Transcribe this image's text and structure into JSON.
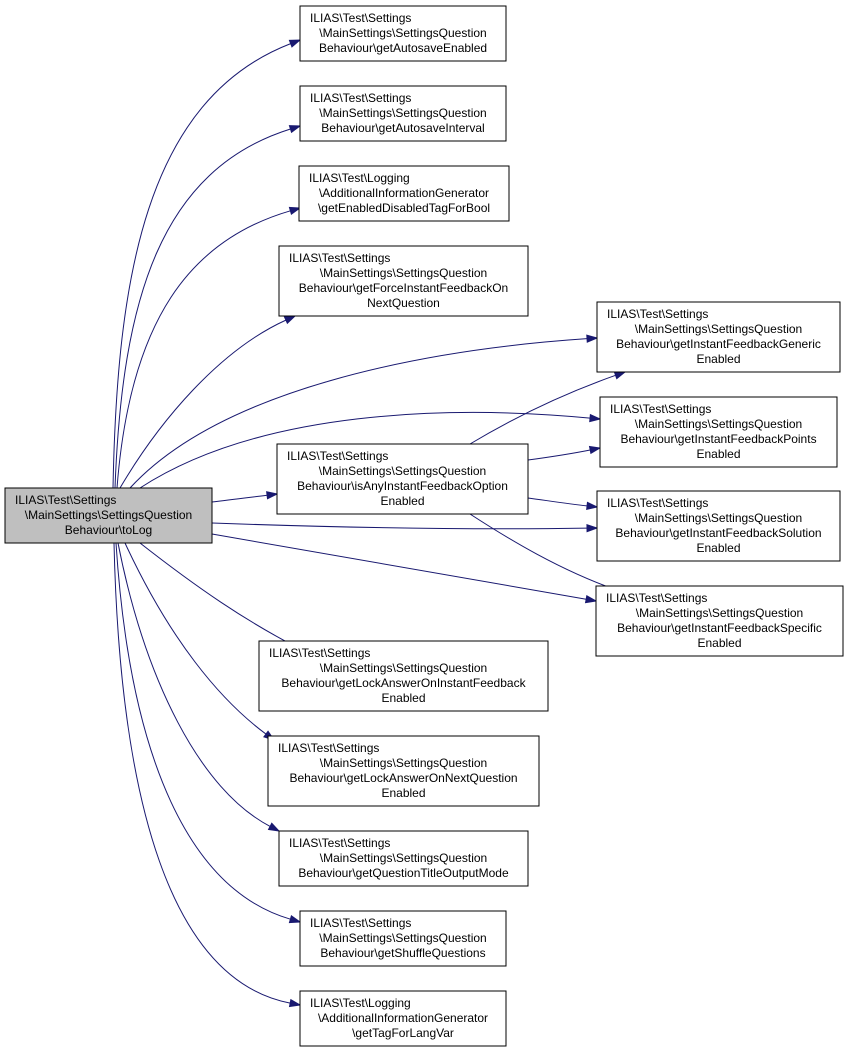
{
  "colors": {
    "edge": "#191970",
    "root_fill": "#bfbfbf",
    "node_fill": "#ffffff",
    "border": "#000000"
  },
  "root": {
    "lines": [
      "ILIAS\\Test\\Settings",
      "\\MainSettings\\SettingsQuestion",
      "Behaviour\\toLog"
    ]
  },
  "nodes": [
    {
      "id": "n1",
      "lines": [
        "ILIAS\\Test\\Settings",
        "\\MainSettings\\SettingsQuestion",
        "Behaviour\\getAutosaveEnabled"
      ]
    },
    {
      "id": "n2",
      "lines": [
        "ILIAS\\Test\\Settings",
        "\\MainSettings\\SettingsQuestion",
        "Behaviour\\getAutosaveInterval"
      ]
    },
    {
      "id": "n3",
      "lines": [
        "ILIAS\\Test\\Logging",
        "\\AdditionalInformationGenerator",
        "\\getEnabledDisabledTagForBool"
      ]
    },
    {
      "id": "n4",
      "lines": [
        "ILIAS\\Test\\Settings",
        "\\MainSettings\\SettingsQuestion",
        "Behaviour\\getForceInstantFeedbackOn",
        "NextQuestion"
      ]
    },
    {
      "id": "n5",
      "lines": [
        "ILIAS\\Test\\Settings",
        "\\MainSettings\\SettingsQuestion",
        "Behaviour\\getInstantFeedbackGeneric",
        "Enabled"
      ]
    },
    {
      "id": "n6",
      "lines": [
        "ILIAS\\Test\\Settings",
        "\\MainSettings\\SettingsQuestion",
        "Behaviour\\getInstantFeedbackPoints",
        "Enabled"
      ]
    },
    {
      "id": "n7",
      "lines": [
        "ILIAS\\Test\\Settings",
        "\\MainSettings\\SettingsQuestion",
        "Behaviour\\isAnyInstantFeedbackOption",
        "Enabled"
      ]
    },
    {
      "id": "n8",
      "lines": [
        "ILIAS\\Test\\Settings",
        "\\MainSettings\\SettingsQuestion",
        "Behaviour\\getInstantFeedbackSolution",
        "Enabled"
      ]
    },
    {
      "id": "n9",
      "lines": [
        "ILIAS\\Test\\Settings",
        "\\MainSettings\\SettingsQuestion",
        "Behaviour\\getInstantFeedbackSpecific",
        "Enabled"
      ]
    },
    {
      "id": "n10",
      "lines": [
        "ILIAS\\Test\\Settings",
        "\\MainSettings\\SettingsQuestion",
        "Behaviour\\getLockAnswerOnInstantFeedback",
        "Enabled"
      ]
    },
    {
      "id": "n11",
      "lines": [
        "ILIAS\\Test\\Settings",
        "\\MainSettings\\SettingsQuestion",
        "Behaviour\\getLockAnswerOnNextQuestion",
        "Enabled"
      ]
    },
    {
      "id": "n12",
      "lines": [
        "ILIAS\\Test\\Settings",
        "\\MainSettings\\SettingsQuestion",
        "Behaviour\\getQuestionTitleOutputMode"
      ]
    },
    {
      "id": "n13",
      "lines": [
        "ILIAS\\Test\\Settings",
        "\\MainSettings\\SettingsQuestion",
        "Behaviour\\getShuffleQuestions"
      ]
    },
    {
      "id": "n14",
      "lines": [
        "ILIAS\\Test\\Logging",
        "\\AdditionalInformationGenerator",
        "\\getTagForLangVar"
      ]
    }
  ],
  "edges": [
    {
      "from": "root",
      "to": "n1"
    },
    {
      "from": "root",
      "to": "n2"
    },
    {
      "from": "root",
      "to": "n3"
    },
    {
      "from": "root",
      "to": "n4"
    },
    {
      "from": "root",
      "to": "n5"
    },
    {
      "from": "root",
      "to": "n6"
    },
    {
      "from": "root",
      "to": "n7"
    },
    {
      "from": "root",
      "to": "n8"
    },
    {
      "from": "root",
      "to": "n9"
    },
    {
      "from": "root",
      "to": "n10"
    },
    {
      "from": "root",
      "to": "n11"
    },
    {
      "from": "root",
      "to": "n12"
    },
    {
      "from": "root",
      "to": "n13"
    },
    {
      "from": "root",
      "to": "n14"
    },
    {
      "from": "n7",
      "to": "n5"
    },
    {
      "from": "n7",
      "to": "n6"
    },
    {
      "from": "n7",
      "to": "n8"
    },
    {
      "from": "n7",
      "to": "n9"
    }
  ]
}
